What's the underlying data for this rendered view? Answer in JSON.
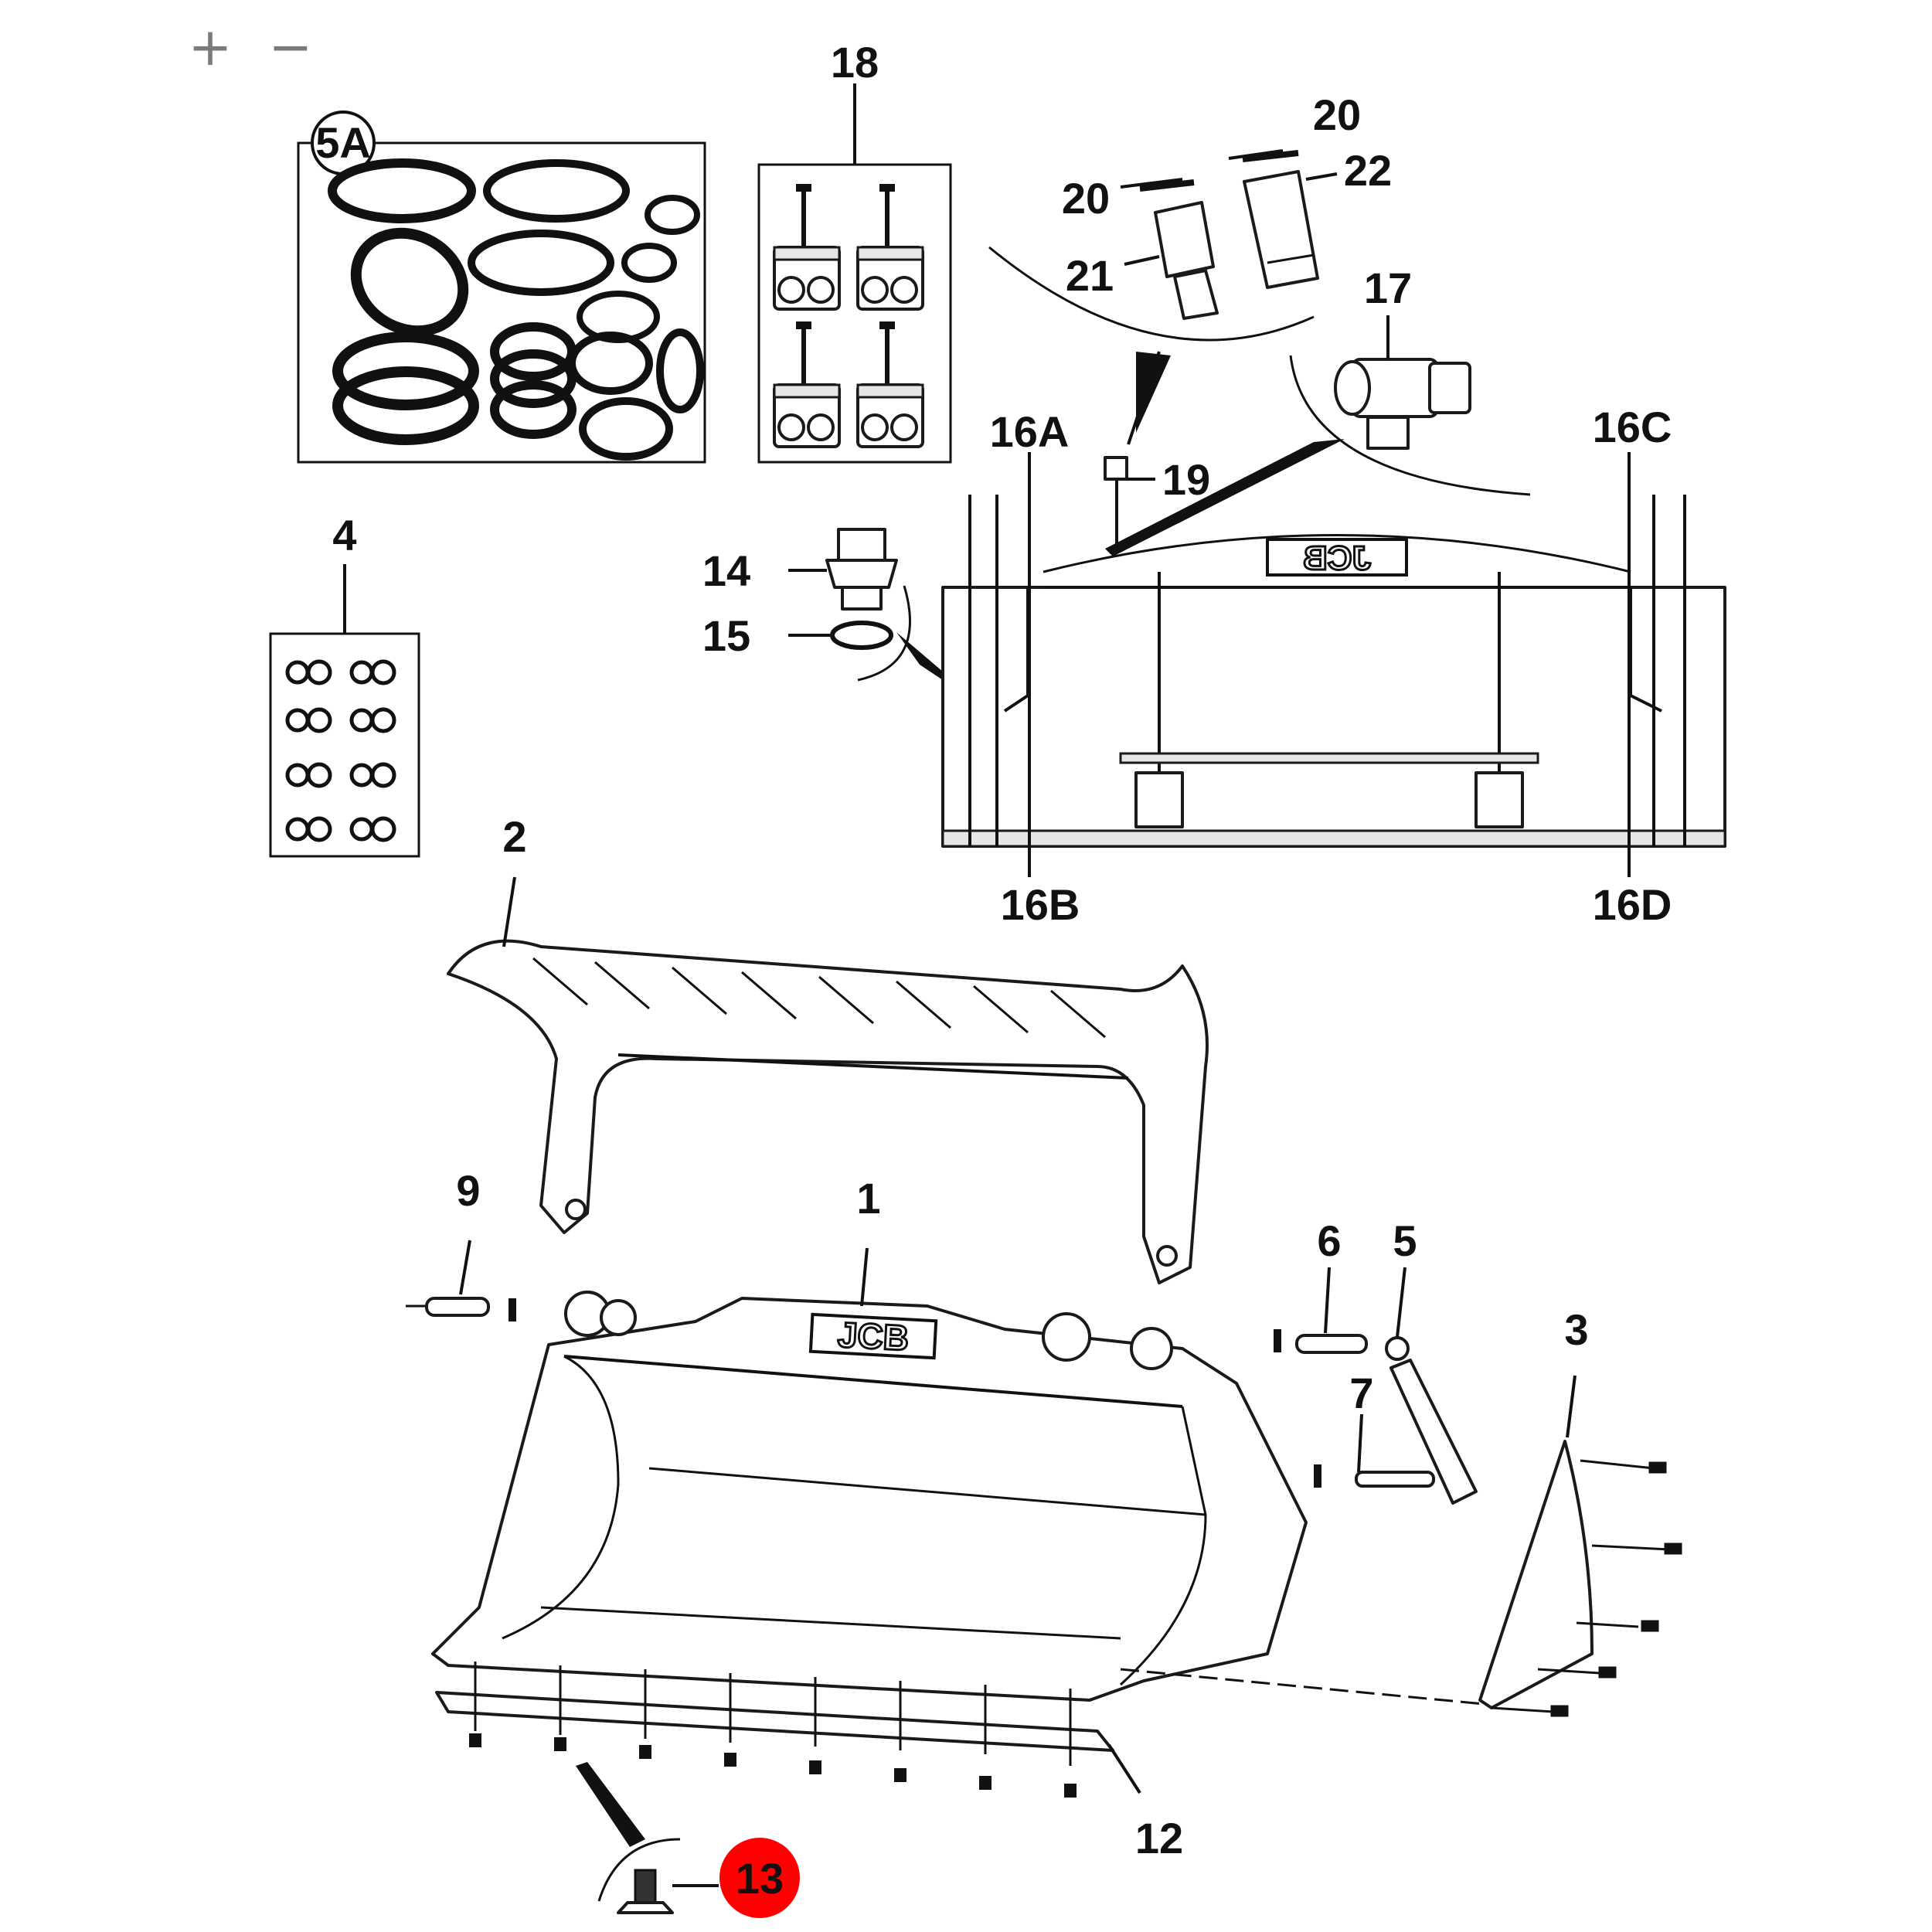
{
  "toolbar": {
    "zoom_in_label": "+",
    "zoom_out_label": "−"
  },
  "callouts": {
    "c1": "1",
    "c2": "2",
    "c3": "3",
    "c4": "4",
    "c5": "5",
    "c5a": "5A",
    "c6": "6",
    "c7": "7",
    "c9": "9",
    "c12": "12",
    "c13": "13",
    "c14": "14",
    "c15": "15",
    "c16a": "16A",
    "c16b": "16B",
    "c16c": "16C",
    "c16d": "16D",
    "c17": "17",
    "c18": "18",
    "c19": "19",
    "c20a": "20",
    "c20b": "20",
    "c21": "21",
    "c22": "22"
  },
  "highlight": {
    "part": "13",
    "color": "#ff0000"
  },
  "logo_text": "JCB",
  "colors": {
    "line": "#111111",
    "highlight": "#ff0000",
    "controls": "#7a7a7a"
  }
}
